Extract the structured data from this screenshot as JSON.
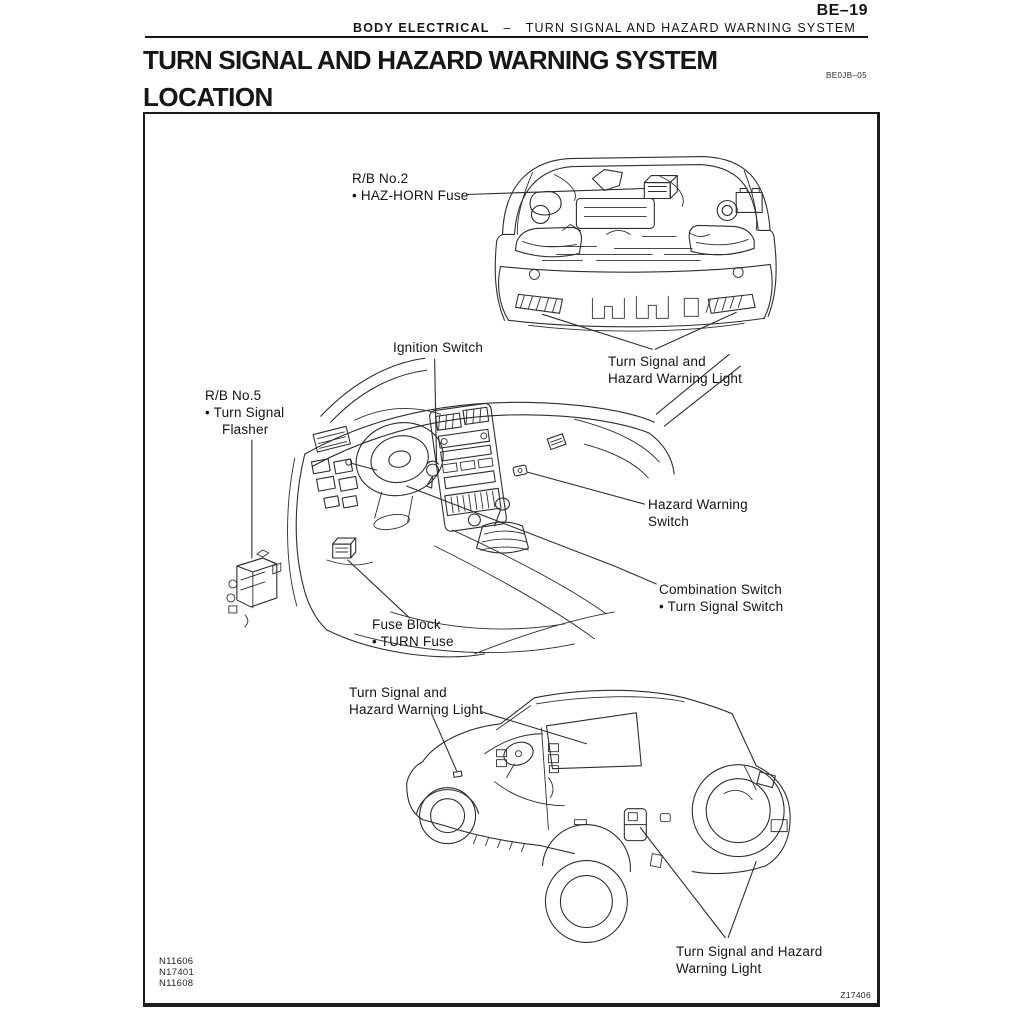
{
  "page": {
    "page_number": "BE–19",
    "running_header": {
      "section": "BODY ELECTRICAL",
      "separator": "–",
      "chapter": "TURN SIGNAL AND HAZARD WARNING SYSTEM"
    },
    "title": "TURN SIGNAL AND HAZARD WARNING SYSTEM",
    "section_heading": "LOCATION",
    "revision_code": "BE0JB–05",
    "colors": {
      "paper": "#ffffff",
      "ink": "#161616",
      "line_art": "#2e2e2e"
    }
  },
  "diagram": {
    "callouts": {
      "rb_no2": {
        "line1": "R/B No.2",
        "line2": "•  HAZ-HORN Fuse"
      },
      "front_turn_signal_light": {
        "line1": "Turn Signal and",
        "line2": "Hazard Warning Light"
      },
      "ignition_switch": {
        "line1": "Ignition Switch"
      },
      "rb_no5": {
        "line1": "R/B No.5",
        "line2": "•  Turn Signal",
        "line3": "Flasher"
      },
      "hazard_warning_switch": {
        "line1": "Hazard Warning",
        "line2": "Switch"
      },
      "combination_switch": {
        "line1": "Combination Switch",
        "line2": "•  Turn Signal Switch"
      },
      "fuse_block": {
        "line1": "Fuse Block",
        "line2": "•  TURN Fuse"
      },
      "side_turn_signal_light": {
        "line1": "Turn Signal and",
        "line2": "Hazard Warning Light"
      },
      "rear_turn_signal_light": {
        "line1": "Turn Signal and Hazard",
        "line2": "Warning Light"
      }
    },
    "figure_numbers": {
      "line1": "N11606",
      "line2": "N17401",
      "line3": "N11608"
    },
    "plate_code": "Z17406"
  }
}
